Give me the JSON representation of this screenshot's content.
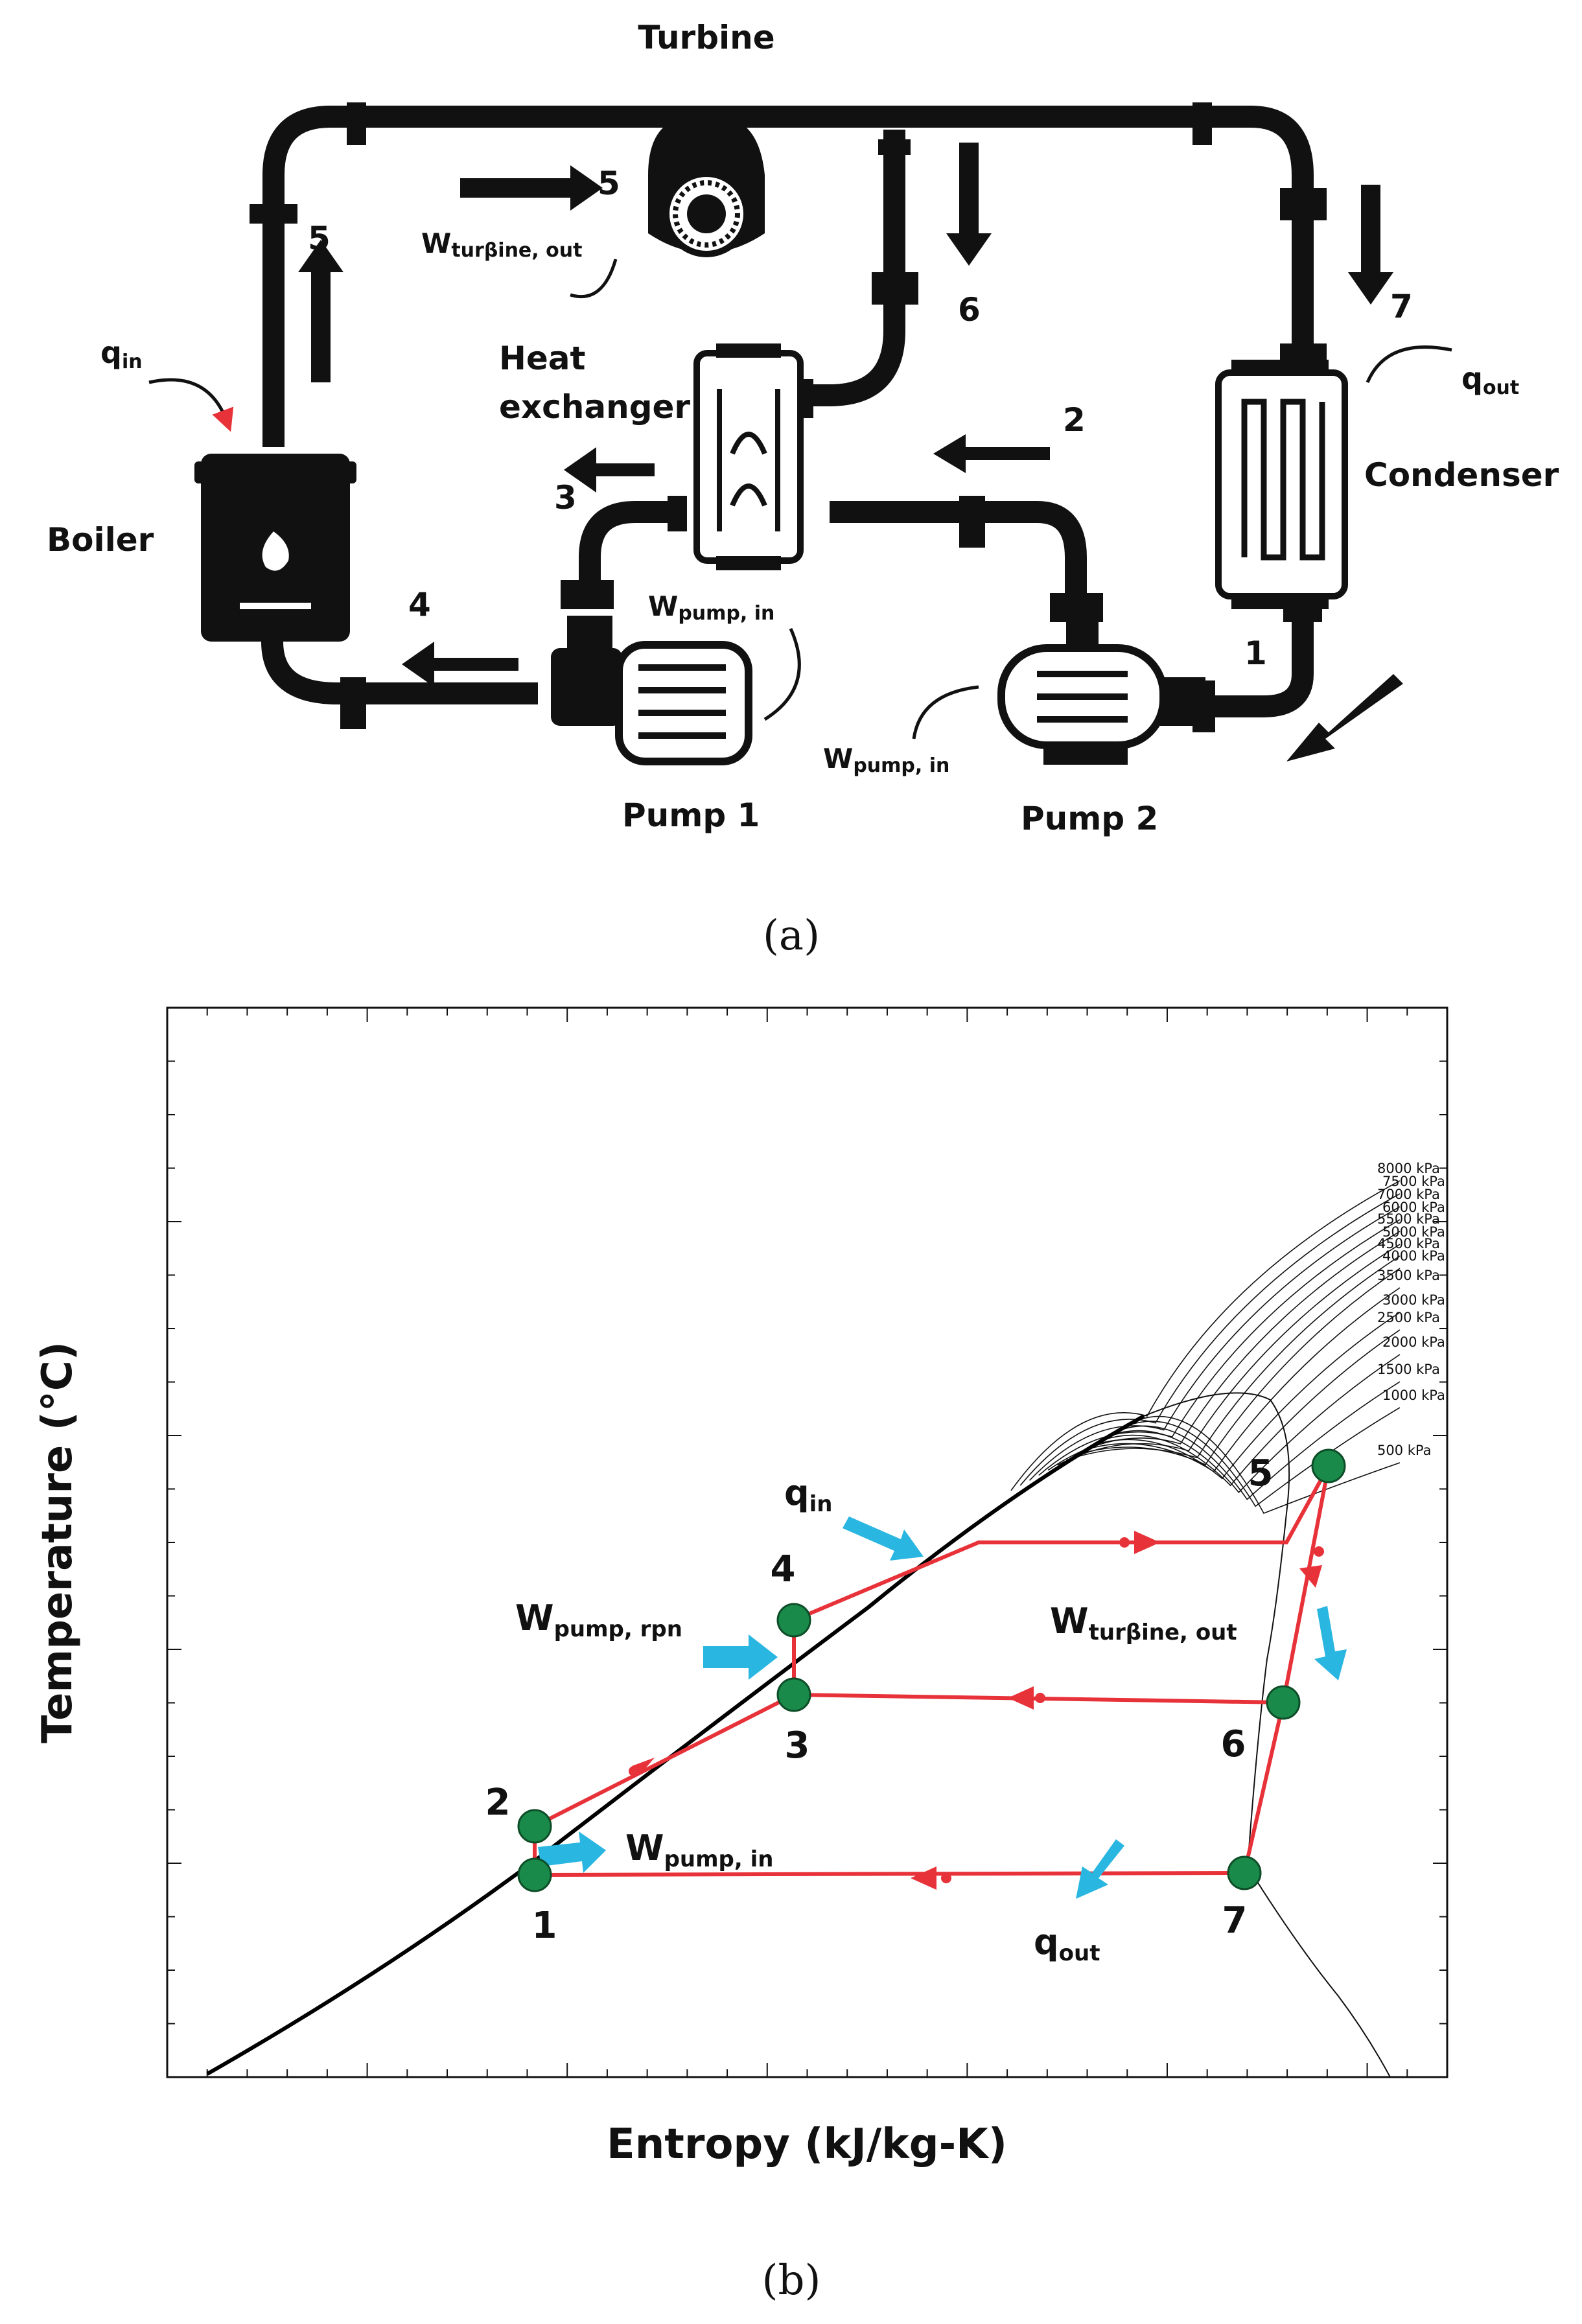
{
  "part_a": {
    "caption": "(a)",
    "components": {
      "turbine": "Turbine",
      "heat_exchanger_line1": "Heat",
      "heat_exchanger_line2": "exchanger",
      "condenser": "Condenser",
      "boiler": "Boiler",
      "pump1": "Pump 1",
      "pump2": "Pump 2"
    },
    "energy_labels": {
      "q_in": {
        "main": "q",
        "sub": "in"
      },
      "q_out": {
        "main": "q",
        "sub": "out"
      },
      "w_turbine_out": {
        "main": "W",
        "sub": "turβine, out"
      },
      "w_pump1_in": {
        "main": "W",
        "sub": "pump, in"
      },
      "w_pump2_in": {
        "main": "W",
        "sub": "pump, in"
      }
    },
    "state_points": [
      "1",
      "2",
      "3",
      "4",
      "5",
      "5",
      "6",
      "7"
    ]
  },
  "part_b": {
    "caption": "(b)",
    "chart_data": {
      "type": "line",
      "xlabel": "Entropy (kJ/kg-K)",
      "ylabel": "Temperature (°C)",
      "isobar_labels": [
        "8000 kPa",
        "7500 kPa",
        "7000 kPa",
        "6000 kPa",
        "5500 kPa",
        "5000 kPa",
        "4500 kPa",
        "4000 kPa",
        "3500 kPa",
        "3000 kPa",
        "2500 kPa",
        "2000 kPa",
        "1500 kPa",
        "1000 kPa",
        "500 kPa"
      ],
      "state_points": [
        "1",
        "2",
        "3",
        "4",
        "5",
        "6",
        "7"
      ],
      "annotations": {
        "q_in": {
          "main": "q",
          "sub": "in"
        },
        "q_out": {
          "main": "q",
          "sub": "out"
        },
        "w_pump_hp": {
          "main": "W",
          "sub": "pump, rpn"
        },
        "w_pump_lp": {
          "main": "W",
          "sub": "pump, in"
        },
        "w_turbine": {
          "main": "W",
          "sub": "turβine, out"
        }
      },
      "colors": {
        "cycle": "#e8323a",
        "state_fill": "#1a8a4a",
        "energy_arrow": "#29b6e0",
        "curve": "#000000"
      }
    }
  }
}
